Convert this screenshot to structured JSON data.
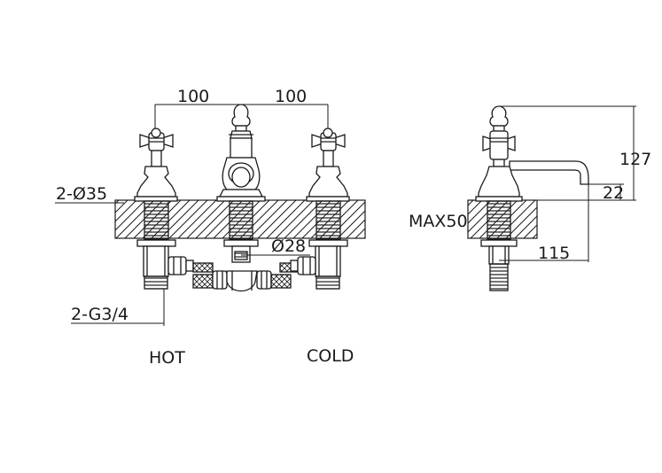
{
  "dimensions": {
    "spacing_left": "100",
    "spacing_right": "100",
    "hole_diameter": "2-Ø35",
    "body_diameter": "Ø28",
    "inlet_thread": "2-G3/4",
    "max_deck_thickness": "MAX50",
    "total_height": "127",
    "spout_height": "22",
    "spout_reach": "115"
  },
  "labels": {
    "hot": "HOT",
    "cold": "COLD"
  }
}
